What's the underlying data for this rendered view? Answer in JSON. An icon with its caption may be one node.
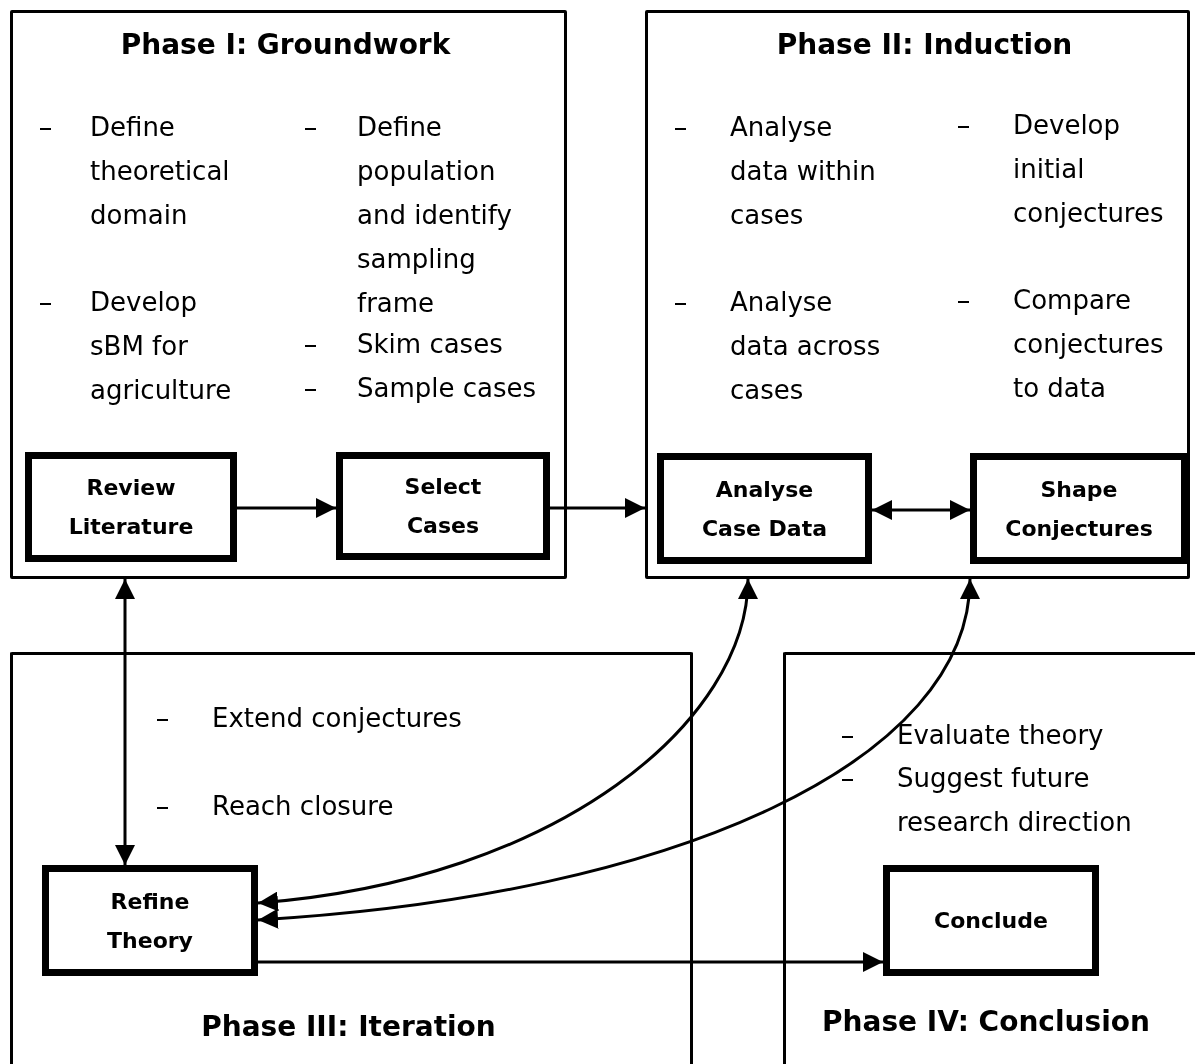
{
  "diagram": {
    "nodes": [
      {
        "text": [
          "Phase I: Groundwork",
          "Define theoretical domain",
          "Develop sBM for agriculture",
          "Define population and identify sampling frame",
          "Skim cases",
          "Sample cases"
        ]
      },
      {
        "text": [
          "Review Literature"
        ],
        "in": 0
      },
      {
        "text": [
          "Select Cases"
        ],
        "in": 0
      },
      {
        "text": [
          "Phase II: Induction",
          "Analyse data within cases",
          "Analyse data across cases",
          "Develop initial conjectures",
          "Compare conjectures to data"
        ]
      },
      {
        "text": [
          "Analyse Case Data"
        ],
        "in": 3
      },
      {
        "text": [
          "Shape Conjectures"
        ],
        "in": 3
      },
      {
        "text": [
          "Extend conjectures",
          "Reach closure",
          "Phase III: Iteration"
        ]
      },
      {
        "text": [
          "Refine Theory"
        ],
        "in": 6
      },
      {
        "text": [
          "Evaluate theory",
          "Suggest future research direction",
          "Phase IV: Conclusion"
        ]
      },
      {
        "text": [
          "Conclude"
        ],
        "in": 8
      }
    ],
    "edges": [
      {
        "from": 1,
        "to": 2,
        "arrow": "to"
      },
      {
        "from": 2,
        "to": 3,
        "arrow": "to"
      },
      {
        "from": 4,
        "to": 5,
        "arrow": "both"
      },
      {
        "from": 0,
        "to": 7,
        "arrow": "both"
      },
      {
        "from": 7,
        "to": 3,
        "arrow": "both"
      },
      {
        "from": 7,
        "to": 3,
        "arrow": "both"
      },
      {
        "from": 7,
        "to": 9,
        "arrow": "to"
      }
    ]
  }
}
